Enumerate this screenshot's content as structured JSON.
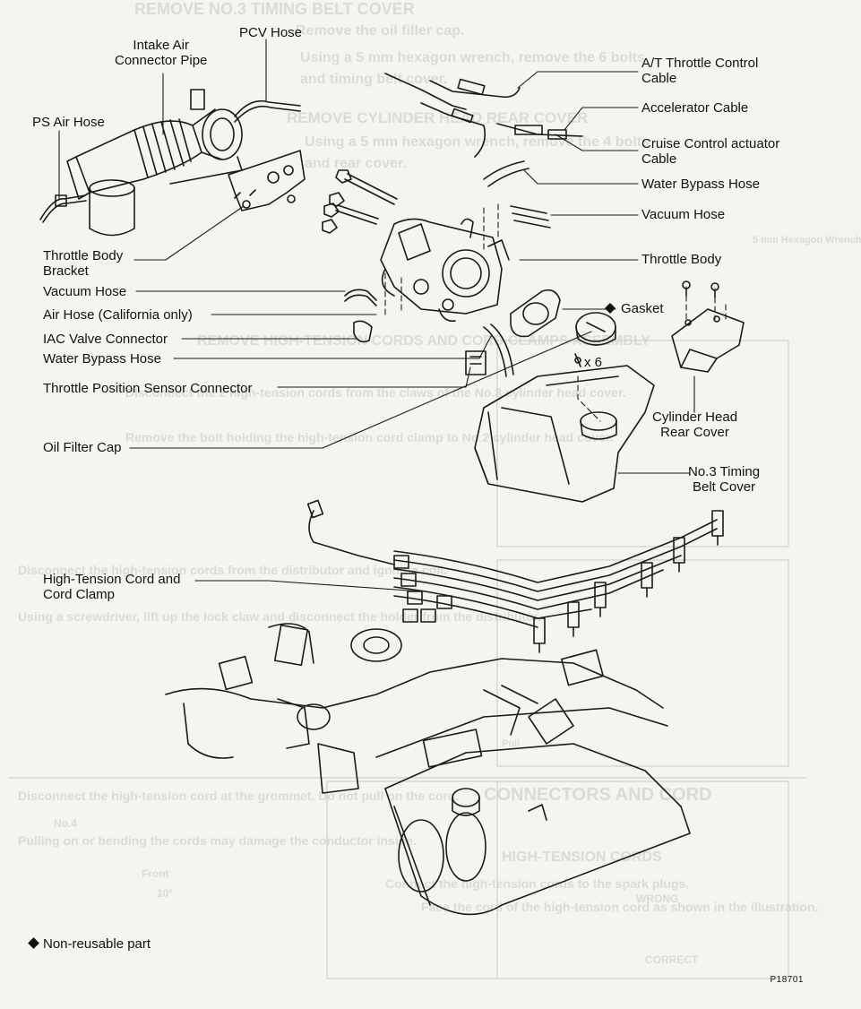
{
  "figure_id": "P18701",
  "legend": {
    "symbol": "diamond-icon",
    "text": "Non-reusable part"
  },
  "labels": {
    "intake_air_connector_pipe": "Intake Air\nConnector Pipe",
    "pcv_hose": "PCV Hose",
    "ps_air_hose": "PS Air Hose",
    "at_throttle_control_cable": "A/T Throttle Control\nCable",
    "accelerator_cable": "Accelerator Cable",
    "cruise_control_actuator_cable": "Cruise Control actuator\nCable",
    "water_bypass_hose_top": "Water Bypass Hose",
    "vacuum_hose_right": "Vacuum Hose",
    "throttle_body_bracket": "Throttle Body\nBracket",
    "throttle_body": "Throttle Body",
    "vacuum_hose_left": "Vacuum Hose",
    "gasket": "Gasket",
    "air_hose_california": "Air Hose (California only)",
    "iac_valve_connector": "IAC Valve Connector",
    "water_bypass_hose_left": "Water Bypass Hose",
    "bolt_count": "x 6",
    "throttle_position_sensor_connector": "Throttle Position Sensor Connector",
    "cylinder_head_rear_cover": "Cylinder Head\nRear Cover",
    "oil_filter_cap": "Oil Filter Cap",
    "no3_timing_belt_cover": "No.3 Timing\nBelt Cover",
    "high_tension_cord_and_cord_clamp": "High-Tension Cord and\nCord Clamp"
  },
  "bleed_through": {
    "t1": "REMOVE NO.3 TIMING BELT COVER",
    "t2": "Remove the oil filler cap.",
    "t3": "Using a 5 mm hexagon wrench, remove the 6 bolts",
    "t4": "and timing belt cover.",
    "t5": "REMOVE CYLINDER HEAD REAR COVER",
    "t6": "Using a 5 mm hexagon wrench, remove the 4 bolts",
    "t7": "and rear cover.",
    "t8": "REMOVE HIGH-TENSION CORDS AND CORD CLAMPS ASSEMBLY",
    "t9": "Disconnect the 2 high-tension cords from the claws of the No.3 cylinder head cover.",
    "t10": "Remove the bolt holding the high-tension cord clamp to No.2 cylinder head cover.",
    "t11": "Disconnect the high-tension cords from the distributor and ignition coil.",
    "t12": "Using a screwdriver, lift up the lock claw and disconnect the holder from the distributor.",
    "t13": "Disconnect the high-tension cord at the grommet. Do not pull on the cord.",
    "t14": "Pulling on or bending the cords may damage the conductor inside.",
    "t15": "Connect the high-tension cords to the spark plugs.",
    "t16": "Face the cord of the high-tension cord as shown in the illustration.",
    "t17": "CONNECTORS AND CORD",
    "t18": "HIGH-TENSION CORDS",
    "t19": "5 mm Hexagon Wrench",
    "t20": "No.4",
    "t21": "Front",
    "t22": "10°",
    "t23": "WRONG",
    "t24": "CORRECT",
    "t25": "Pull"
  }
}
